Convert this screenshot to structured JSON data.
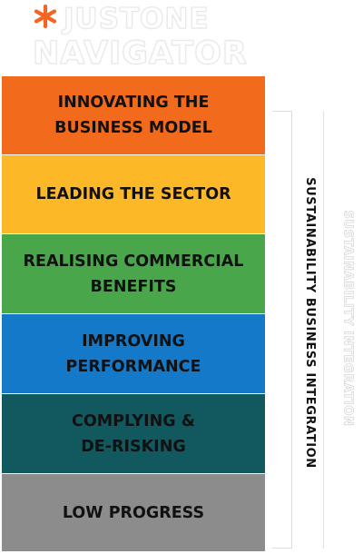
{
  "logo": {
    "line1": "JUSTONE",
    "line2": "NAVIGATOR",
    "star_color": "#f26522"
  },
  "levels": [
    {
      "label": "INNOVATING THE\nBUSINESS MODEL",
      "color": "#f26b1d"
    },
    {
      "label": "LEADING THE SECTOR",
      "color": "#fdb827"
    },
    {
      "label": "REALISING COMMERCIAL\nBENEFITS",
      "color": "#4aa64a"
    },
    {
      "label": "IMPROVING\nPERFORMANCE",
      "color": "#1479c9"
    },
    {
      "label": "COMPLYING &\nDE-RISKING",
      "color": "#12585f"
    },
    {
      "label": "LOW PROGRESS",
      "color": "#8c8c8c"
    }
  ],
  "side_label": "SUSTAINABILITY BUSINESS INTEGRATION",
  "side_label_faint": "SUSTAINABILITY INTEGRATION"
}
